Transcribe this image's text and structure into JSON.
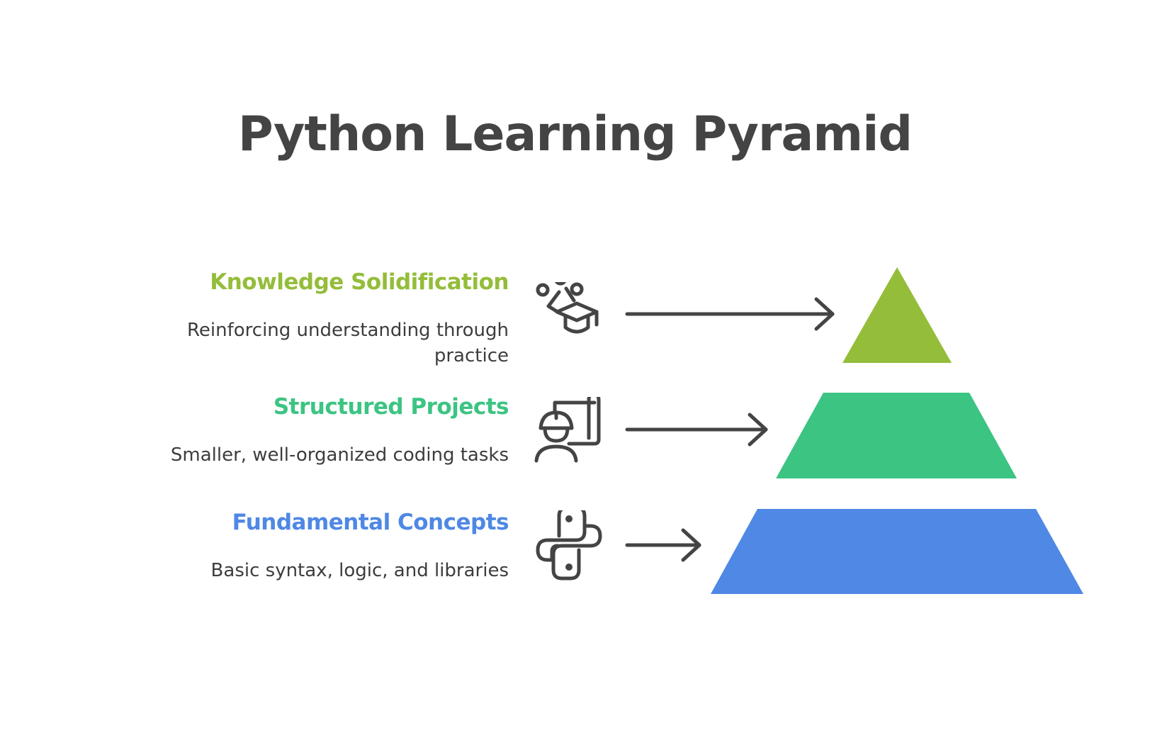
{
  "title": "Python Learning Pyramid",
  "levels": [
    {
      "title": "Knowledge Solidification",
      "description": "Reinforcing understanding through practice",
      "color": "#94BD3A",
      "icon": "learning-graduation-cap-icon"
    },
    {
      "title": "Structured Projects",
      "description": "Smaller, well-organized coding tasks",
      "color": "#3CC482",
      "icon": "engineer-blueprint-icon"
    },
    {
      "title": "Fundamental Concepts",
      "description": "Basic syntax, logic, and libraries",
      "color": "#4F88E5",
      "icon": "python-logo-icon"
    }
  ],
  "arrow_color": "#444444",
  "text_color": "#3d3d3d"
}
